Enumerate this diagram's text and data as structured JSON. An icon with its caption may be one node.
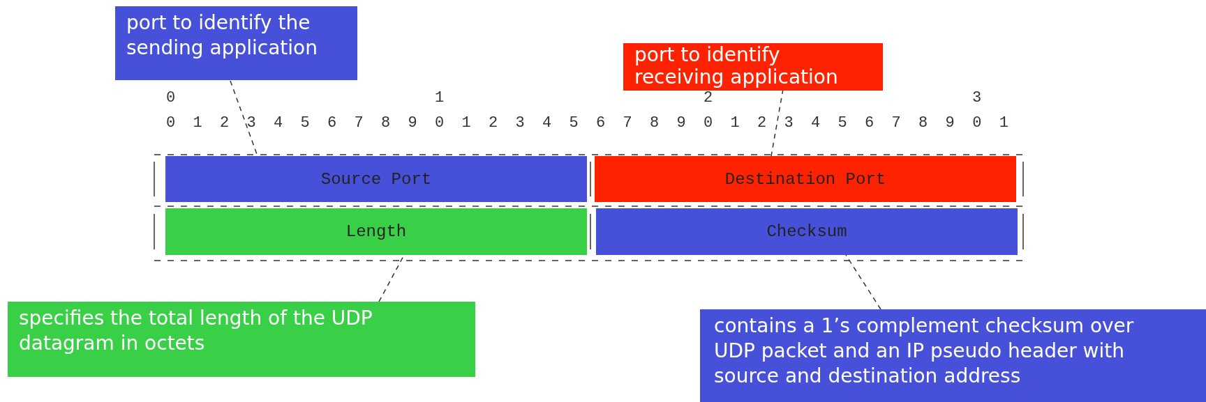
{
  "diagram": {
    "nodes": [
      {
        "text": [
          "port to identify the sending application"
        ]
      },
      {
        "text": [
          "port to identify receiving application"
        ]
      },
      {
        "text": [
          "Source Port"
        ]
      },
      {
        "text": [
          "Destination Port"
        ]
      },
      {
        "text": [
          "Length"
        ]
      },
      {
        "text": [
          "Checksum"
        ]
      },
      {
        "text": [
          "specifies the total length of the UDP datagram in octets"
        ]
      },
      {
        "text": [
          "contains a 1’s complement checksum over UDP packet and an IP pseudo header with source and destination address"
        ]
      }
    ],
    "edges": [
      {
        "from": 0,
        "to": 2,
        "arrow": "none",
        "style": "dashed"
      },
      {
        "from": 1,
        "to": 3,
        "arrow": "none",
        "style": "dashed"
      },
      {
        "from": 6,
        "to": 4,
        "arrow": "none",
        "style": "dashed"
      },
      {
        "from": 7,
        "to": 5,
        "arrow": "none",
        "style": "dashed"
      }
    ],
    "labels": [
      "0",
      "1",
      "2",
      "3",
      "0 1 2 3 4 5 6 7 8 9 0 1 2 3 4 5 6 7 8 9 0 1 2 3 4 5 6 7 8 9 0 1"
    ]
  }
}
